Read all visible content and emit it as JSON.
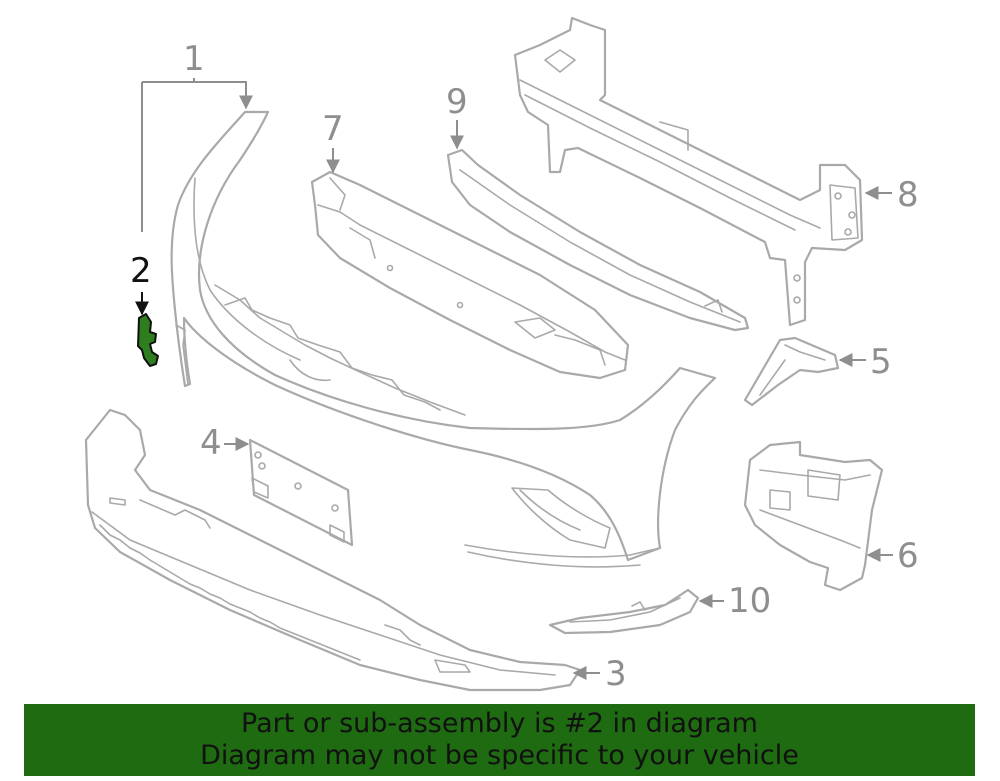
{
  "colors": {
    "outline": "#a9a9a9",
    "highlight_fill": "#2e7d1e",
    "highlight_stroke": "#111111",
    "banner_bg": "#1e6b12",
    "callout_text": "#8e8e8e"
  },
  "callouts": {
    "c1": "1",
    "c2": "2",
    "c3": "3",
    "c4": "4",
    "c5": "5",
    "c6": "6",
    "c7": "7",
    "c8": "8",
    "c9": "9",
    "c10": "10"
  },
  "highlighted_part": "2",
  "banner": {
    "line1": "Part or sub-assembly is #2 in diagram",
    "line2": "Diagram may not be specific to your vehicle"
  }
}
